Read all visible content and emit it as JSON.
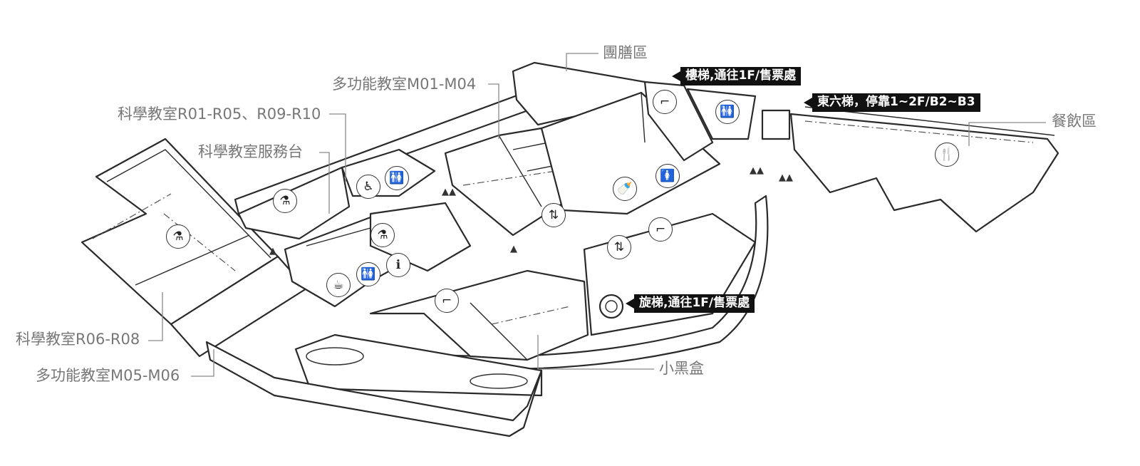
{
  "labels": {
    "dining_hall": "團膳區",
    "multi_m01_m04": "多功能教室M01-M04",
    "sci_r01_r10": "科學教室R01-R05、R09-R10",
    "sci_service_desk": "科學教室服務台",
    "food_court": "餐飲區",
    "sci_r06_r08": "科學教室R06-R08",
    "multi_m05_m06": "多功能教室M05-M06",
    "black_box": "小黑盒"
  },
  "callouts": {
    "stairs": "樓梯,通往1F/售票處",
    "east_elevator": "東六梯，停靠1~2F/B2~B3",
    "spiral_stairs": "旋梯,通往1F/售票處"
  },
  "icons": {
    "stairs": "stairs-icon",
    "restroom": "restroom-icon",
    "elevator": "elevator-icon",
    "accessible": "wheelchair-icon",
    "science": "flask-icon",
    "dining": "fork-spoon-icon",
    "cafe": "coffee-cup-icon",
    "nursing": "baby-bottle-icon",
    "info": "info-desk-icon",
    "female": "female-restroom-icon"
  }
}
